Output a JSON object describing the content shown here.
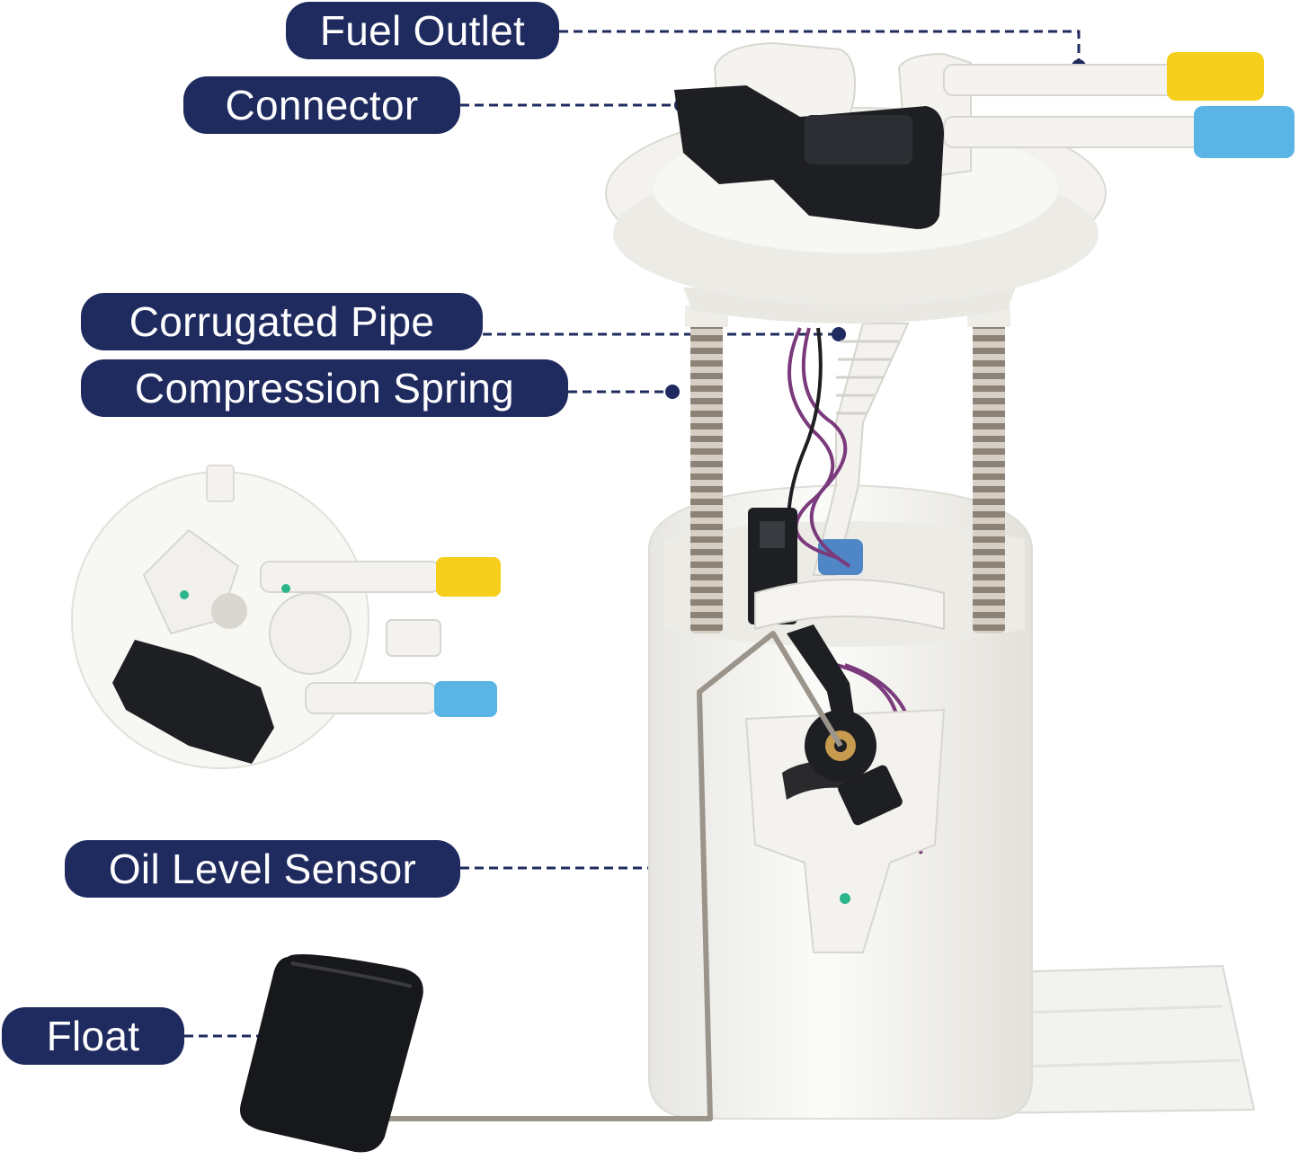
{
  "title": "",
  "labels": {
    "fuel_outlet": "Fuel Outlet",
    "connector": "Connector",
    "corrugated_pipe": "Corrugated Pipe",
    "compression_spring": "Compression Spring",
    "oil_level_sensor": "Oil Level Sensor",
    "float": "Float"
  },
  "colors": {
    "callout_bg": "#1f2b5e",
    "callout_text": "#ffffff",
    "leader_line": "#1f2b5e",
    "fitting_yellow": "#f5cf1c",
    "fitting_blue": "#5bb4e6",
    "plastic_white": "#f4f3ef",
    "spring_metal": "#a49a8d",
    "connector_black": "#1e1f22",
    "wire_purple": "#7a3a7c"
  }
}
